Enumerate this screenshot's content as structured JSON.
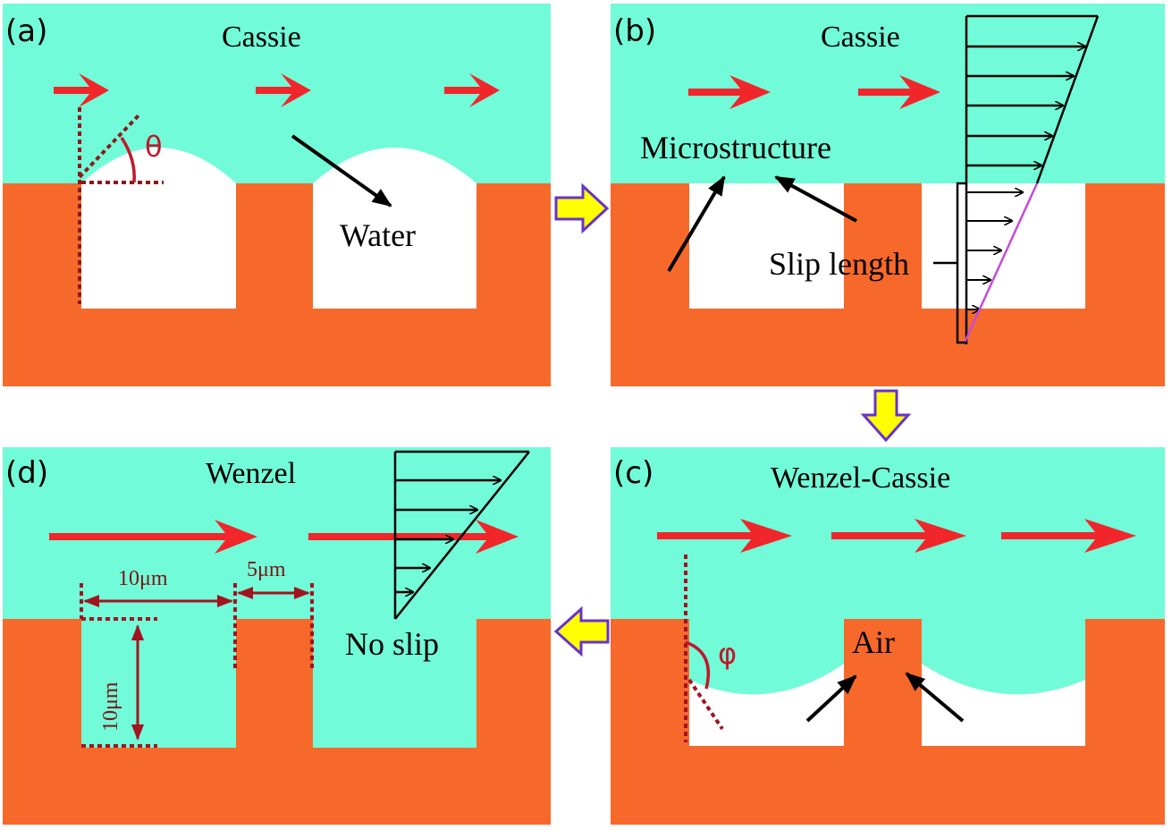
{
  "panels": {
    "a": {
      "label": "(a)",
      "title": "Cassie",
      "water_label": "Water",
      "angle_symbol": "θ"
    },
    "b": {
      "label": "(b)",
      "title": "Cassie",
      "microstructure_label": "Microstructure",
      "slip_label": "Slip length"
    },
    "c": {
      "label": "(c)",
      "title": "Wenzel-Cassie",
      "air_label": "Air",
      "angle_symbol": "φ"
    },
    "d": {
      "label": "(d)",
      "title": "Wenzel",
      "dim_width": "10μm",
      "dim_gap": "5μm",
      "dim_depth": "10μm",
      "noslip_label": "No slip"
    }
  },
  "colors": {
    "liquid": "#72fbd8",
    "solid": "#f7692b",
    "flow_arrow": "#f0262b",
    "dim_line": "#a3131f",
    "transition_fill": "#ffff00",
    "transition_stroke": "#6633cc",
    "slip_profile": "#c44cd8"
  }
}
